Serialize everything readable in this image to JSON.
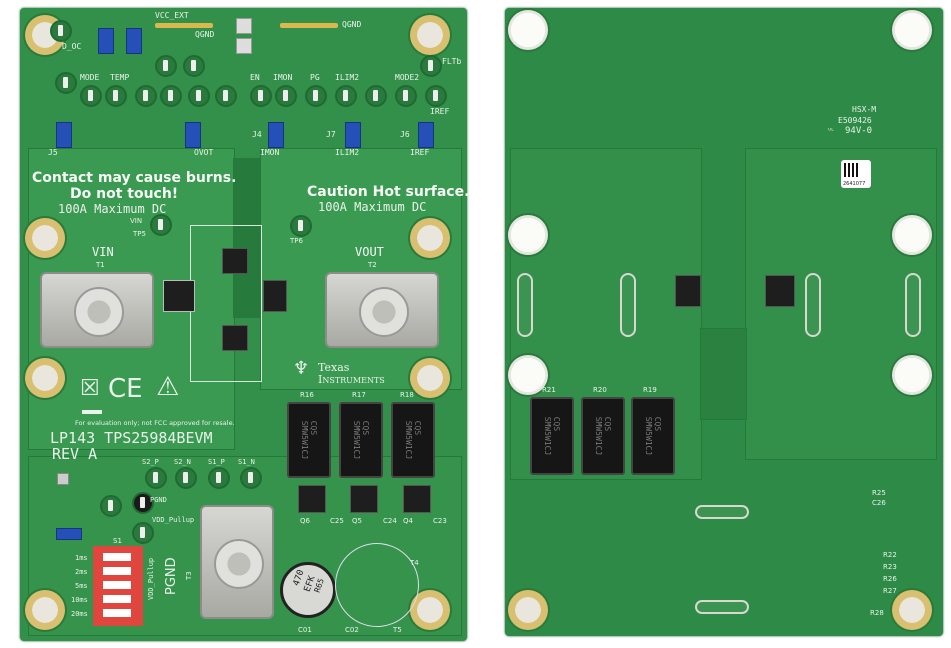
{
  "front": {
    "warning_left_1": "Contact may cause burns.",
    "warning_left_2": "Do not touch!",
    "max_left": "100A Maximum DC",
    "warning_right": "Caution Hot surface.",
    "max_right": "100A Maximum DC",
    "vin": "VIN",
    "vin_ref": "T1",
    "vout": "VOUT",
    "vout_ref": "T2",
    "pgnd": "PGND",
    "pgnd_ref": "T3",
    "ti_line1": "Texas",
    "ti_line2": "Instruments",
    "fcc": "For evaluation only; not FCC approved for resale.",
    "board_name": "LP143 TPS25984BEVM",
    "rev": "REV A",
    "ce": "CE",
    "tp_labels": [
      "MODE",
      "TEMP",
      "EN",
      "IMON",
      "PG",
      "ILIM2",
      "MODE2",
      "D_OC",
      "VCC_EXT",
      "QGND",
      "QGND",
      "IREF",
      "FLTb",
      "VIN",
      "VOUT",
      "PGND",
      "VDD_Pullup",
      "S2_P",
      "S2_N",
      "S1_P",
      "S1_N",
      "TP5",
      "TP6"
    ],
    "jumper_labels": [
      "J5",
      "OVOT",
      "J4",
      "IMON",
      "J7",
      "ILIM2",
      "J6",
      "IREF"
    ],
    "resistors": [
      "R16",
      "R17",
      "R18"
    ],
    "fets": [
      "Q6",
      "Q5",
      "Q4"
    ],
    "caps": [
      "C25",
      "C24",
      "C23"
    ],
    "resistor_marking": "CQS SMW5W1CJ",
    "dip_switch": {
      "label": "S1",
      "options": [
        "1ms",
        "2ms",
        "5ms",
        "10ms",
        "20ms"
      ],
      "side": "VDD_Pullup"
    },
    "cap_marking": [
      "470",
      "EFK",
      "R65"
    ],
    "cap_refs": [
      "C01",
      "C02",
      "T4",
      "T5"
    ]
  },
  "back": {
    "ul_1": "HSX-M",
    "ul_2": "E509426",
    "ul_3": "94V-0",
    "qr_text": "2641077",
    "resistors": [
      "R21",
      "R20",
      "R19"
    ],
    "small_refs": [
      "R25",
      "C26",
      "R22",
      "R23",
      "R26",
      "R27",
      "R28"
    ]
  },
  "colors": {
    "pcb": "#33904a",
    "silkscreen": "#e8f3ea",
    "jumper": "#2450b8",
    "dip": "#e0463e",
    "gold": "#c5a74c"
  }
}
